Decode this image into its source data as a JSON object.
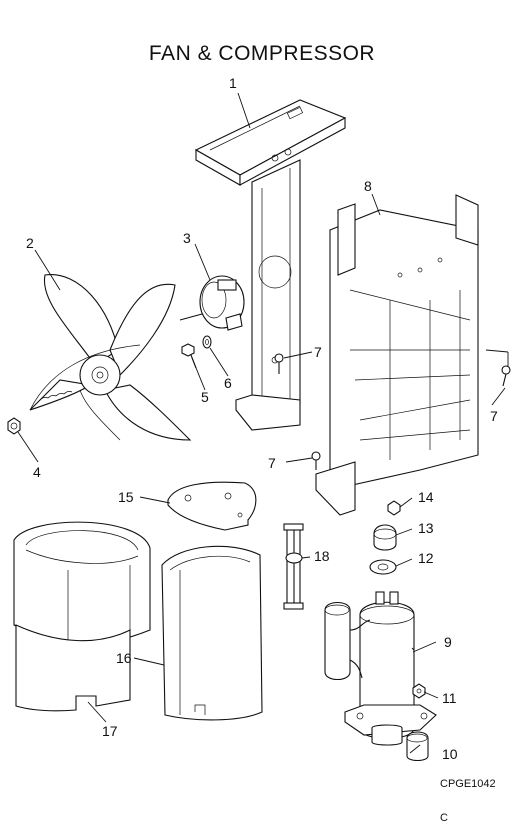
{
  "title": "FAN & COMPRESSOR",
  "diagram_code": "CPGE1042",
  "revision": "C",
  "callouts": [
    {
      "id": "1"
    },
    {
      "id": "2"
    },
    {
      "id": "3"
    },
    {
      "id": "4"
    },
    {
      "id": "5"
    },
    {
      "id": "6"
    },
    {
      "id": "7"
    },
    {
      "id": "8"
    },
    {
      "id": "9"
    },
    {
      "id": "10"
    },
    {
      "id": "11"
    },
    {
      "id": "12"
    },
    {
      "id": "13"
    },
    {
      "id": "14"
    },
    {
      "id": "15"
    },
    {
      "id": "16"
    },
    {
      "id": "17"
    },
    {
      "id": "18"
    }
  ]
}
